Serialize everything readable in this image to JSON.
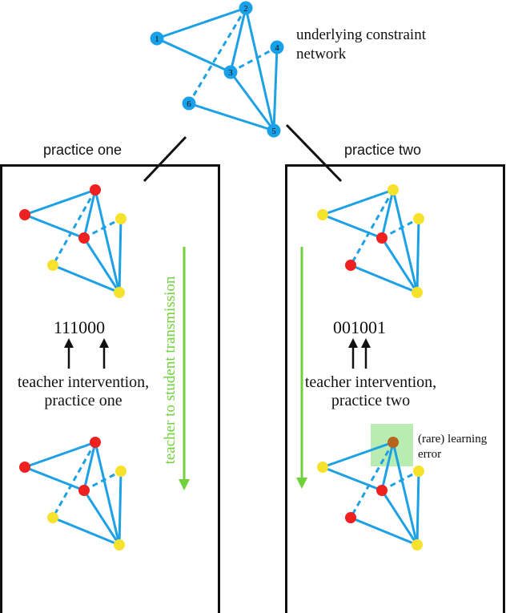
{
  "colors": {
    "edge": "#1da1e6",
    "node_blue": "#18a0e8",
    "red": "#ee2020",
    "yellow": "#f6e22c",
    "brown": "#b5651d",
    "green": "#6fd23b",
    "highlight": "#b9ecb0",
    "frame": "#111111"
  },
  "top": {
    "label": "underlying constraint network",
    "label_lines": [
      "underlying constraint",
      "network"
    ],
    "node_labels": [
      "1",
      "2",
      "3",
      "4",
      "5",
      "6"
    ]
  },
  "left": {
    "title": "practice one",
    "code": "111000",
    "intervention_lines": [
      "teacher intervention,",
      "practice one"
    ],
    "transmission": "teacher to student transmission",
    "upper_states": [
      "red",
      "red",
      "red",
      "yellow",
      "yellow",
      "yellow"
    ],
    "lower_states": [
      "red",
      "red",
      "red",
      "yellow",
      "yellow",
      "yellow"
    ]
  },
  "right": {
    "title": "practice two",
    "code": "001001",
    "intervention_lines": [
      "teacher intervention,",
      "practice two"
    ],
    "error_lines": [
      "(rare) learning",
      "error"
    ],
    "upper_states": [
      "yellow",
      "yellow",
      "red",
      "yellow",
      "yellow",
      "red"
    ],
    "lower_states": [
      "yellow",
      "brown",
      "red",
      "yellow",
      "yellow",
      "red"
    ]
  }
}
